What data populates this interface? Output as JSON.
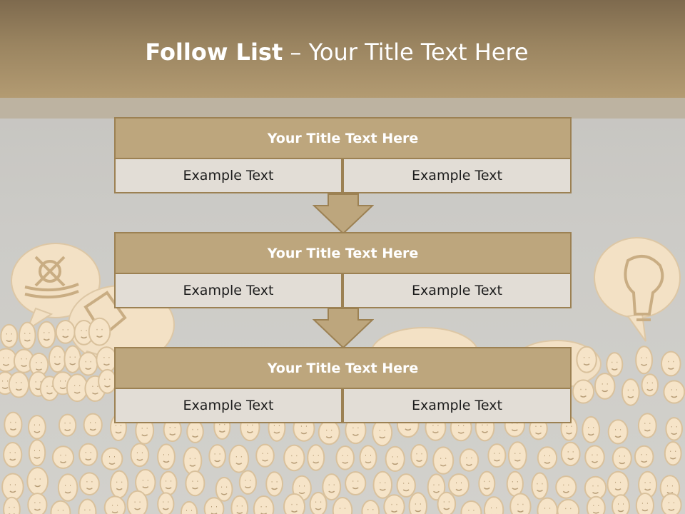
{
  "slide": {
    "title_bold": "Follow List",
    "title_rest": "– Your Title Text Here"
  },
  "blocks": [
    {
      "title": "Your Title Text Here",
      "left": "Example Text",
      "right": "Example Text"
    },
    {
      "title": "Your Title Text Here",
      "left": "Example Text",
      "right": "Example Text"
    },
    {
      "title": "Your Title Text Here",
      "left": "Example Text",
      "right": "Example Text"
    }
  ],
  "colors": {
    "header_dark": "#7e6a4e",
    "header_light": "#b39b72",
    "block_title_fill": "#bda67d",
    "block_border": "#9c8153",
    "cell_fill": "#e2ddd6",
    "crowd_face": "#f6e4c8"
  }
}
